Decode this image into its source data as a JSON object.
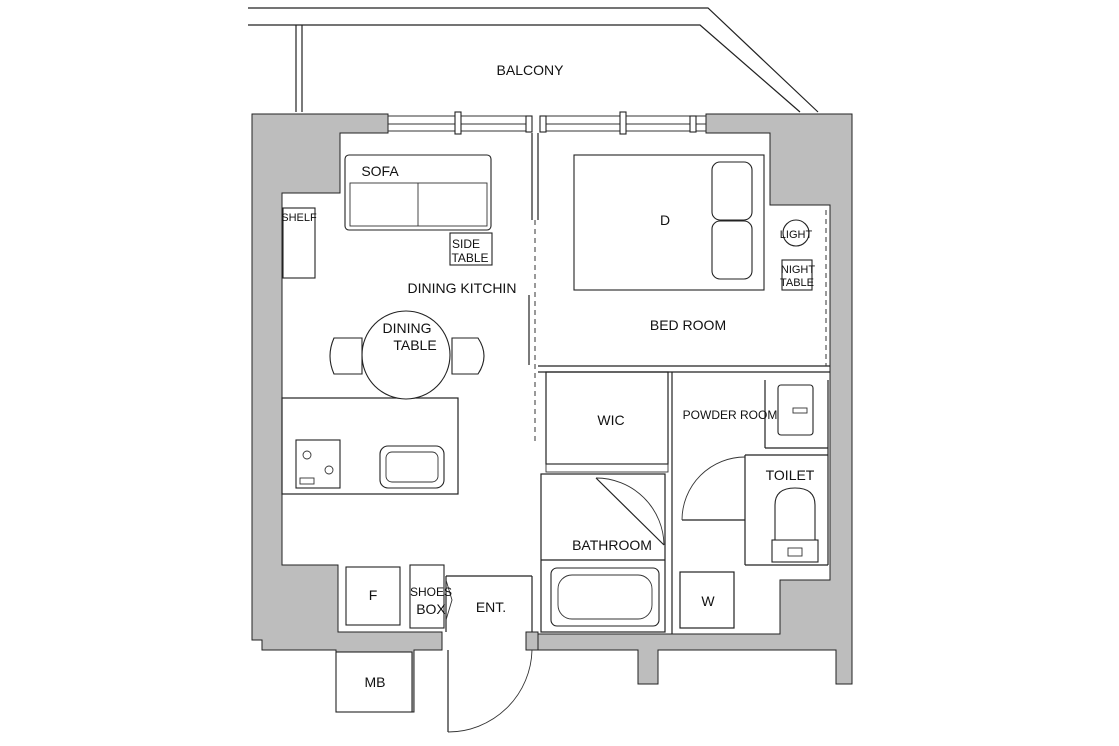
{
  "labels": {
    "balcony": "BALCONY",
    "sofa": "SOFA",
    "shelf": "SHELF",
    "side_table_1": "SIDE",
    "side_table_2": "TABLE",
    "dining_kitchin": "DINING KITCHIN",
    "dining_table_1": "DINING",
    "dining_table_2": "TABLE",
    "bed": "D",
    "light": "LIGHT",
    "night_table_1": "NIGHT",
    "night_table_2": "TABLE",
    "bed_room": "BED ROOM",
    "wic": "WIC",
    "powder_room": "POWDER ROOM",
    "toilet": "TOILET",
    "bathroom": "BATHROOM",
    "fridge": "F",
    "shoes_box_1": "SHOES",
    "shoes_box_2": "BOX",
    "entrance": "ENT.",
    "washer": "W",
    "meter_box": "MB"
  },
  "colors": {
    "wall": "#bdbdbd",
    "line": "#222222",
    "background": "#ffffff"
  }
}
